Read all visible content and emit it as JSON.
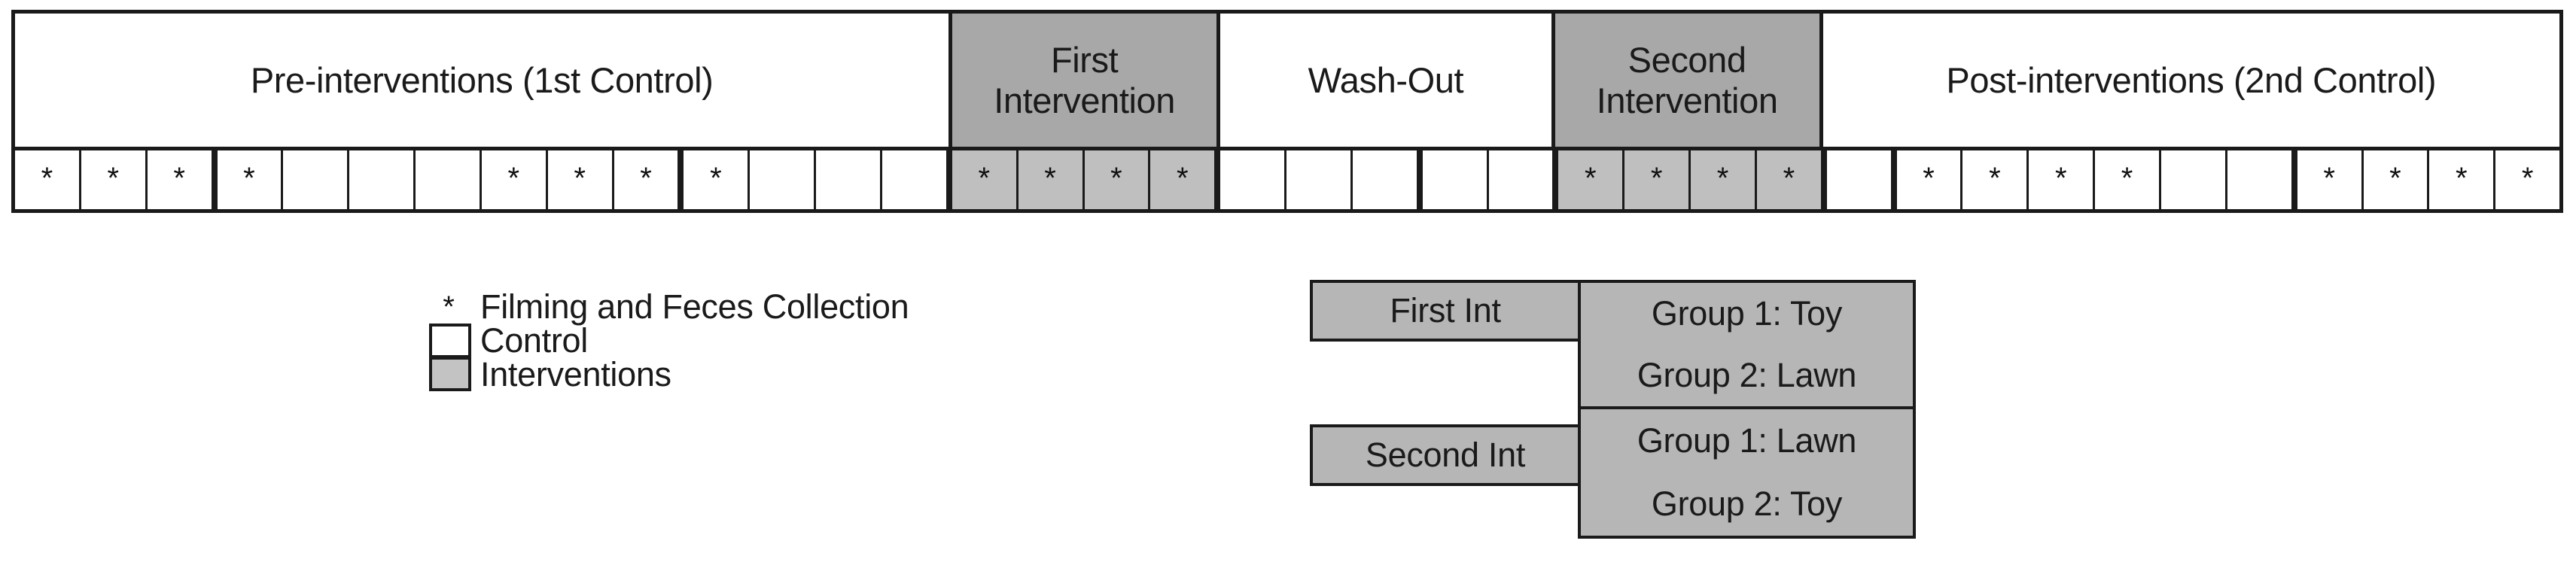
{
  "timeline": {
    "phases": [
      {
        "lines": [
          "Pre-interventions (1st Control)"
        ],
        "type": "control",
        "span": 14
      },
      {
        "lines": [
          "First",
          "Intervention"
        ],
        "type": "intervention",
        "span": 4
      },
      {
        "lines": [
          "Wash-Out"
        ],
        "type": "control",
        "span": 5
      },
      {
        "lines": [
          "Second",
          "Intervention"
        ],
        "type": "intervention",
        "span": 4
      },
      {
        "lines": [
          "Post-interventions (2nd Control)"
        ],
        "type": "control",
        "span": 11
      }
    ],
    "total_cells": 38,
    "marker_symbol": "*",
    "cells": [
      {
        "n": 1,
        "marked": true,
        "shaded": false,
        "group_start": true
      },
      {
        "n": 2,
        "marked": true,
        "shaded": false,
        "group_start": false
      },
      {
        "n": 3,
        "marked": true,
        "shaded": false,
        "group_start": false
      },
      {
        "n": 4,
        "marked": true,
        "shaded": false,
        "group_start": true
      },
      {
        "n": 5,
        "marked": false,
        "shaded": false,
        "group_start": false
      },
      {
        "n": 6,
        "marked": false,
        "shaded": false,
        "group_start": false
      },
      {
        "n": 7,
        "marked": false,
        "shaded": false,
        "group_start": false
      },
      {
        "n": 8,
        "marked": true,
        "shaded": false,
        "group_start": false
      },
      {
        "n": 9,
        "marked": true,
        "shaded": false,
        "group_start": false
      },
      {
        "n": 10,
        "marked": true,
        "shaded": false,
        "group_start": false
      },
      {
        "n": 11,
        "marked": true,
        "shaded": false,
        "group_start": true
      },
      {
        "n": 12,
        "marked": false,
        "shaded": false,
        "group_start": false
      },
      {
        "n": 13,
        "marked": false,
        "shaded": false,
        "group_start": false
      },
      {
        "n": 14,
        "marked": false,
        "shaded": false,
        "group_start": false
      },
      {
        "n": 15,
        "marked": true,
        "shaded": true,
        "group_start": true
      },
      {
        "n": 16,
        "marked": true,
        "shaded": true,
        "group_start": false
      },
      {
        "n": 17,
        "marked": true,
        "shaded": true,
        "group_start": false
      },
      {
        "n": 18,
        "marked": true,
        "shaded": true,
        "group_start": false
      },
      {
        "n": 19,
        "marked": false,
        "shaded": false,
        "group_start": true
      },
      {
        "n": 20,
        "marked": false,
        "shaded": false,
        "group_start": false
      },
      {
        "n": 21,
        "marked": false,
        "shaded": false,
        "group_start": false
      },
      {
        "n": 22,
        "marked": false,
        "shaded": false,
        "group_start": true
      },
      {
        "n": 23,
        "marked": false,
        "shaded": false,
        "group_start": false
      },
      {
        "n": 24,
        "marked": true,
        "shaded": true,
        "group_start": true
      },
      {
        "n": 25,
        "marked": true,
        "shaded": true,
        "group_start": false
      },
      {
        "n": 26,
        "marked": true,
        "shaded": true,
        "group_start": false
      },
      {
        "n": 27,
        "marked": true,
        "shaded": true,
        "group_start": false
      },
      {
        "n": 28,
        "marked": false,
        "shaded": false,
        "group_start": true
      },
      {
        "n": 29,
        "marked": true,
        "shaded": false,
        "group_start": true
      },
      {
        "n": 30,
        "marked": true,
        "shaded": false,
        "group_start": false
      },
      {
        "n": 31,
        "marked": true,
        "shaded": false,
        "group_start": false
      },
      {
        "n": 32,
        "marked": true,
        "shaded": false,
        "group_start": false
      },
      {
        "n": 33,
        "marked": false,
        "shaded": false,
        "group_start": false
      },
      {
        "n": 34,
        "marked": false,
        "shaded": false,
        "group_start": false
      },
      {
        "n": 35,
        "marked": true,
        "shaded": false,
        "group_start": true
      },
      {
        "n": 36,
        "marked": true,
        "shaded": false,
        "group_start": false
      },
      {
        "n": 37,
        "marked": true,
        "shaded": false,
        "group_start": false
      },
      {
        "n": 38,
        "marked": true,
        "shaded": false,
        "group_start": false
      }
    ]
  },
  "legend": {
    "marker_symbol": "*",
    "marker_label": "Filming and Feces Collection",
    "control_label": "Control",
    "interventions_label": "Interventions"
  },
  "group_table": {
    "rows": [
      {
        "phase_label": "First Int",
        "assignments": [
          "Group 1: Toy",
          "Group 2: Lawn"
        ]
      },
      {
        "phase_label": "Second Int",
        "assignments": [
          "Group 1: Lawn",
          "Group 2: Toy"
        ]
      }
    ]
  },
  "colors": {
    "border": "#1a1a1a",
    "header_gray": "#a8a8a8",
    "cell_gray": "#bfbfbf",
    "group_table_gray": "#b6b6b6",
    "control_white": "#ffffff",
    "text": "#1a1a1a"
  }
}
